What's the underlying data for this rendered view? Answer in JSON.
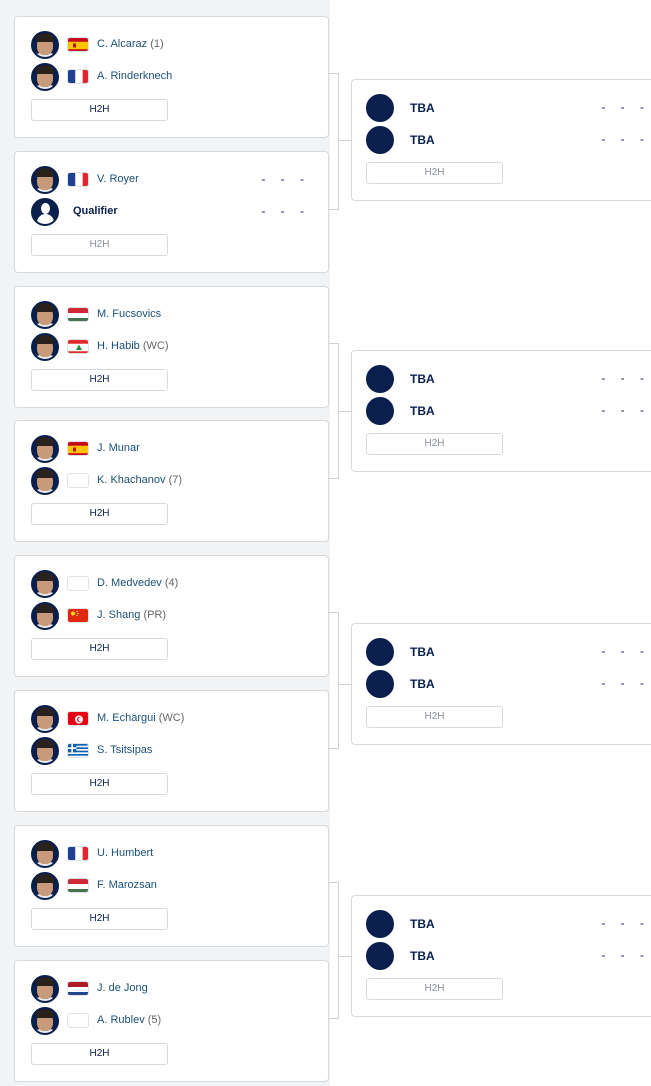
{
  "h2h_label": "H2H",
  "score_placeholder": "- - -",
  "first_round": [
    {
      "players": [
        {
          "name": "C. Alcaraz",
          "seed": "(1)",
          "flag": "spain"
        },
        {
          "name": "A. Rinderknech",
          "seed": "",
          "flag": "france"
        }
      ],
      "show_score": false,
      "h2h_active": true
    },
    {
      "players": [
        {
          "name": "V. Royer",
          "seed": "",
          "flag": "france"
        },
        {
          "name": "Qualifier",
          "seed": "",
          "flag": "none",
          "qualifier": true
        }
      ],
      "show_score": true,
      "h2h_active": false
    },
    {
      "players": [
        {
          "name": "M. Fucsovics",
          "seed": "",
          "flag": "hungary"
        },
        {
          "name": "H. Habib",
          "seed": "(WC)",
          "flag": "lebanon"
        }
      ],
      "show_score": false,
      "h2h_active": true
    },
    {
      "players": [
        {
          "name": "J. Munar",
          "seed": "",
          "flag": "spain"
        },
        {
          "name": "K. Khachanov",
          "seed": "(7)",
          "flag": "blank"
        }
      ],
      "show_score": false,
      "h2h_active": true
    },
    {
      "players": [
        {
          "name": "D. Medvedev",
          "seed": "(4)",
          "flag": "blank"
        },
        {
          "name": "J. Shang",
          "seed": "(PR)",
          "flag": "china"
        }
      ],
      "show_score": false,
      "h2h_active": true
    },
    {
      "players": [
        {
          "name": "M. Echargui",
          "seed": "(WC)",
          "flag": "tunisia"
        },
        {
          "name": "S. Tsitsipas",
          "seed": "",
          "flag": "greece"
        }
      ],
      "show_score": false,
      "h2h_active": true
    },
    {
      "players": [
        {
          "name": "U. Humbert",
          "seed": "",
          "flag": "france"
        },
        {
          "name": "F. Marozsan",
          "seed": "",
          "flag": "hungary"
        }
      ],
      "show_score": false,
      "h2h_active": true
    },
    {
      "players": [
        {
          "name": "J. de Jong",
          "seed": "",
          "flag": "netherlands"
        },
        {
          "name": "A. Rublev",
          "seed": "(5)",
          "flag": "blank"
        }
      ],
      "show_score": false,
      "h2h_active": true
    }
  ],
  "second_round": [
    {
      "players": [
        {
          "name": "TBA"
        },
        {
          "name": "TBA"
        }
      ]
    },
    {
      "players": [
        {
          "name": "TBA"
        },
        {
          "name": "TBA"
        }
      ]
    },
    {
      "players": [
        {
          "name": "TBA"
        },
        {
          "name": "TBA"
        }
      ]
    },
    {
      "players": [
        {
          "name": "TBA"
        },
        {
          "name": "TBA"
        }
      ]
    }
  ],
  "colors": {
    "navy": "#0b1f4d",
    "link": "#1b5078",
    "border": "#d7dadd",
    "left_bg": "#f2f3f4"
  }
}
